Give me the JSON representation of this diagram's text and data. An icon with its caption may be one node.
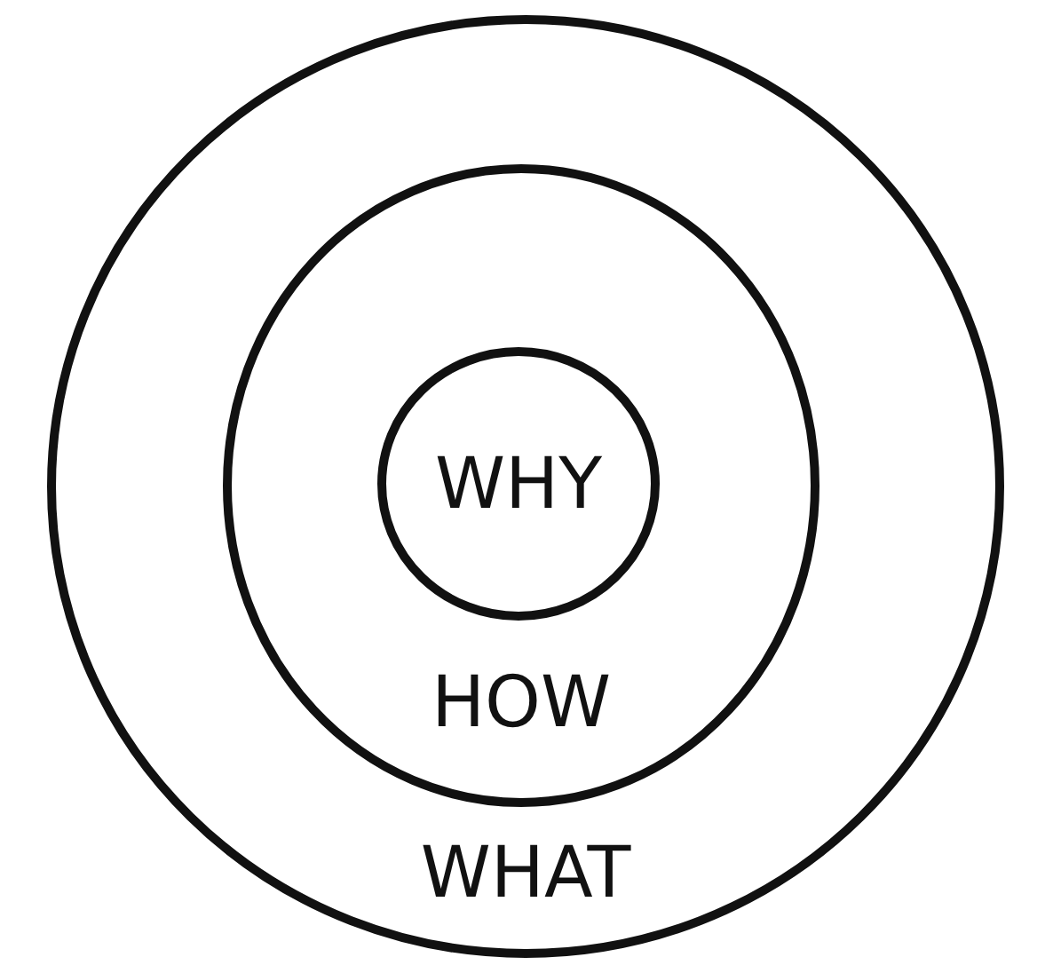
{
  "diagram": {
    "nodes": [
      {
        "text": [
          "WHAT"
        ]
      },
      {
        "text": [
          "HOW"
        ],
        "in": 0
      },
      {
        "text": [
          "WHY"
        ],
        "in": 1
      }
    ]
  }
}
